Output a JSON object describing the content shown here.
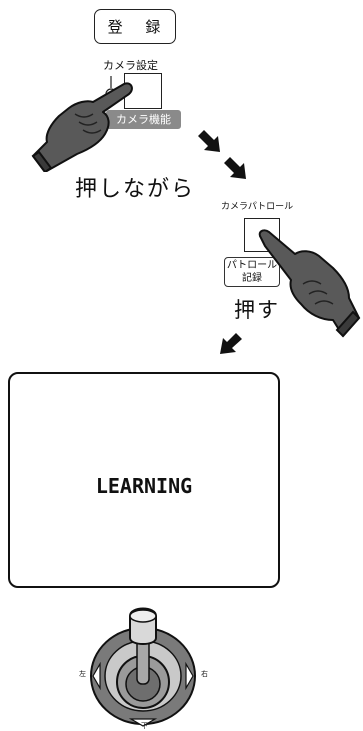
{
  "register_button": {
    "label": "登 録"
  },
  "camera_settings": {
    "label": "カメラ設定"
  },
  "camera_function": {
    "label": "カメラ機能"
  },
  "step1_text": "押しながら",
  "camera_patrol": {
    "label": "カメラパトロール"
  },
  "patrol_record": {
    "line1": "パトロール",
    "line2": "記録"
  },
  "step2_text": "押す",
  "monitor": {
    "text": "LEARNING"
  },
  "joystick": {
    "left_label": "左",
    "right_label": "右",
    "down_label": "下"
  },
  "colors": {
    "hand_fill": "#595959",
    "arrow_fill": "#111111",
    "monitor_border": "#111111",
    "button_gray": "#8a8a8a"
  }
}
